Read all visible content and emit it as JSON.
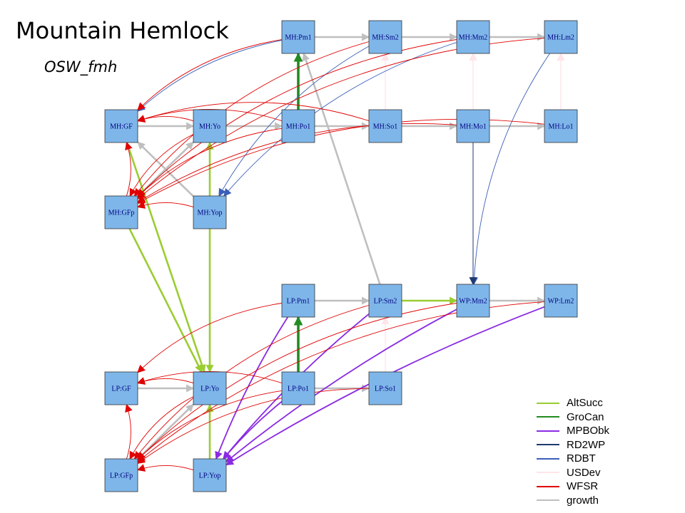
{
  "title": "Mountain Hemlock",
  "subtitle": "OSW_fmh",
  "colors": {
    "AltSucc": "#9acd32",
    "GroCan": "#228b22",
    "MPBObk": "#8a2be2",
    "RD2WP": "#1f3a70",
    "RDBT": "#3b5fb8",
    "USDev": "#ffe4e8",
    "WFSR": "#e00000",
    "growth": "#bfbfbf",
    "node_fill": "#7eb6e9",
    "node_text": "#000080"
  },
  "nodes": [
    {
      "id": "MH:Pm1",
      "label": "MH:Pm1"
    },
    {
      "id": "MH:Sm2",
      "label": "MH:Sm2"
    },
    {
      "id": "MH:Mm2",
      "label": "MH:Mm2"
    },
    {
      "id": "MH:Lm2",
      "label": "MH:Lm2"
    },
    {
      "id": "MH:GF",
      "label": "MH:GF"
    },
    {
      "id": "MH:Yo",
      "label": "MH:Yo"
    },
    {
      "id": "MH:Po1",
      "label": "MH:Po1"
    },
    {
      "id": "MH:So1",
      "label": "MH:So1"
    },
    {
      "id": "MH:Mo1",
      "label": "MH:Mo1"
    },
    {
      "id": "MH:Lo1",
      "label": "MH:Lo1"
    },
    {
      "id": "MH:GFp",
      "label": "MH:GFp"
    },
    {
      "id": "MH:Yop",
      "label": "MH:Yop"
    },
    {
      "id": "LP:Pm1",
      "label": "LP:Pm1"
    },
    {
      "id": "LP:Sm2",
      "label": "LP:Sm2"
    },
    {
      "id": "WP:Mm2",
      "label": "WP:Mm2"
    },
    {
      "id": "WP:Lm2",
      "label": "WP:Lm2"
    },
    {
      "id": "LP:GF",
      "label": "LP:GF"
    },
    {
      "id": "LP:Yo",
      "label": "LP:Yo"
    },
    {
      "id": "LP:Po1",
      "label": "LP:Po1"
    },
    {
      "id": "LP:So1",
      "label": "LP:So1"
    },
    {
      "id": "LP:GFp",
      "label": "LP:GFp"
    },
    {
      "id": "LP:Yop",
      "label": "LP:Yop"
    }
  ],
  "edges": [
    {
      "from": "MH:Pm1",
      "to": "MH:Sm2",
      "type": "growth"
    },
    {
      "from": "MH:Sm2",
      "to": "MH:Mm2",
      "type": "growth"
    },
    {
      "from": "MH:Mm2",
      "to": "MH:Lm2",
      "type": "growth"
    },
    {
      "from": "MH:Yo",
      "to": "MH:Po1",
      "type": "growth"
    },
    {
      "from": "MH:Po1",
      "to": "MH:So1",
      "type": "growth"
    },
    {
      "from": "MH:So1",
      "to": "MH:Mo1",
      "type": "growth"
    },
    {
      "from": "MH:Mo1",
      "to": "MH:Lo1",
      "type": "growth"
    },
    {
      "from": "MH:GF",
      "to": "MH:Yo",
      "type": "growth"
    },
    {
      "from": "MH:GFp",
      "to": "MH:Yo",
      "type": "growth"
    },
    {
      "from": "MH:Yop",
      "to": "MH:GF",
      "type": "growth"
    },
    {
      "from": "LP:Sm2",
      "to": "MH:Pm1",
      "type": "growth"
    },
    {
      "from": "LP:Pm1",
      "to": "LP:Sm2",
      "type": "growth"
    },
    {
      "from": "WP:Mm2",
      "to": "WP:Lm2",
      "type": "growth"
    },
    {
      "from": "LP:GF",
      "to": "LP:Yo",
      "type": "growth"
    },
    {
      "from": "LP:Po1",
      "to": "LP:So1",
      "type": "growth"
    },
    {
      "from": "LP:GFp",
      "to": "LP:Yo",
      "type": "growth"
    },
    {
      "from": "MH:Po1",
      "to": "MH:Pm1",
      "type": "GroCan"
    },
    {
      "from": "LP:Po1",
      "to": "LP:Pm1",
      "type": "GroCan"
    },
    {
      "from": "MH:Yop",
      "to": "MH:Yo",
      "type": "AltSucc"
    },
    {
      "from": "MH:GF",
      "to": "LP:Yo",
      "type": "AltSucc"
    },
    {
      "from": "MH:GFp",
      "to": "LP:Yo",
      "type": "AltSucc"
    },
    {
      "from": "MH:Yop",
      "to": "LP:Yo",
      "type": "AltSucc"
    },
    {
      "from": "LP:Yop",
      "to": "LP:Yo",
      "type": "AltSucc"
    },
    {
      "from": "LP:Sm2",
      "to": "WP:Mm2",
      "type": "AltSucc"
    },
    {
      "from": "MH:So1",
      "to": "MH:Sm2",
      "type": "USDev"
    },
    {
      "from": "MH:Mo1",
      "to": "MH:Mm2",
      "type": "USDev"
    },
    {
      "from": "MH:Lo1",
      "to": "MH:Lm2",
      "type": "USDev"
    },
    {
      "from": "LP:So1",
      "to": "LP:Sm2",
      "type": "USDev"
    },
    {
      "from": "MH:Pm1",
      "to": "MH:GF",
      "type": "RDBT"
    },
    {
      "from": "MH:Sm2",
      "to": "MH:Yop",
      "type": "RDBT"
    },
    {
      "from": "MH:Mm2",
      "to": "MH:Yop",
      "type": "RDBT"
    },
    {
      "from": "MH:Lm2",
      "to": "WP:Mm2",
      "type": "RDBT"
    },
    {
      "from": "MH:Mo1",
      "to": "WP:Mm2",
      "type": "RD2WP"
    },
    {
      "from": "LP:Pm1",
      "to": "LP:Yop",
      "type": "MPBObk"
    },
    {
      "from": "LP:Sm2",
      "to": "LP:Yop",
      "type": "MPBObk"
    },
    {
      "from": "WP:Mm2",
      "to": "LP:Yop",
      "type": "MPBObk"
    },
    {
      "from": "WP:Lm2",
      "to": "LP:Yop",
      "type": "MPBObk"
    },
    {
      "from": "LP:Po1",
      "to": "LP:Yop",
      "type": "MPBObk"
    },
    {
      "from": "MH:Yo",
      "to": "MH:GF",
      "type": "WFSR"
    },
    {
      "from": "MH:Po1",
      "to": "MH:GF",
      "type": "WFSR"
    },
    {
      "from": "MH:Pm1",
      "to": "MH:GF",
      "type": "WFSR"
    },
    {
      "from": "MH:So1",
      "to": "MH:GF",
      "type": "WFSR"
    },
    {
      "from": "MH:GFp",
      "to": "MH:GF",
      "type": "WFSR"
    },
    {
      "from": "MH:Yop",
      "to": "MH:GFp",
      "type": "WFSR"
    },
    {
      "from": "MH:Sm2",
      "to": "MH:GFp",
      "type": "WFSR"
    },
    {
      "from": "MH:Mm2",
      "to": "MH:GFp",
      "type": "WFSR"
    },
    {
      "from": "MH:Lm2",
      "to": "MH:GFp",
      "type": "WFSR"
    },
    {
      "from": "MH:Mo1",
      "to": "MH:GFp",
      "type": "WFSR"
    },
    {
      "from": "MH:Lo1",
      "to": "MH:GFp",
      "type": "WFSR"
    },
    {
      "from": "MH:Po1",
      "to": "MH:GFp",
      "type": "WFSR"
    },
    {
      "from": "MH:Yo",
      "to": "MH:GFp",
      "type": "WFSR"
    },
    {
      "from": "LP:Yo",
      "to": "LP:GF",
      "type": "WFSR"
    },
    {
      "from": "LP:Po1",
      "to": "LP:GF",
      "type": "WFSR"
    },
    {
      "from": "LP:Pm1",
      "to": "LP:GF",
      "type": "WFSR"
    },
    {
      "from": "LP:GFp",
      "to": "LP:GF",
      "type": "WFSR"
    },
    {
      "from": "LP:Yop",
      "to": "LP:GFp",
      "type": "WFSR"
    },
    {
      "from": "LP:Yo",
      "to": "LP:GFp",
      "type": "WFSR"
    },
    {
      "from": "LP:Po1",
      "to": "LP:GFp",
      "type": "WFSR"
    },
    {
      "from": "LP:Sm2",
      "to": "LP:GFp",
      "type": "WFSR"
    },
    {
      "from": "LP:So1",
      "to": "LP:GFp",
      "type": "WFSR"
    },
    {
      "from": "WP:Mm2",
      "to": "LP:GFp",
      "type": "WFSR"
    },
    {
      "from": "WP:Lm2",
      "to": "LP:GFp",
      "type": "WFSR"
    }
  ],
  "legend": [
    {
      "label": "AltSucc",
      "type": "AltSucc"
    },
    {
      "label": "GroCan",
      "type": "GroCan"
    },
    {
      "label": "MPBObk",
      "type": "MPBObk"
    },
    {
      "label": "RD2WP",
      "type": "RD2WP"
    },
    {
      "label": "RDBT",
      "type": "RDBT"
    },
    {
      "label": "USDev",
      "type": "USDev"
    },
    {
      "label": "WFSR",
      "type": "WFSR"
    },
    {
      "label": "growth",
      "type": "growth"
    }
  ]
}
